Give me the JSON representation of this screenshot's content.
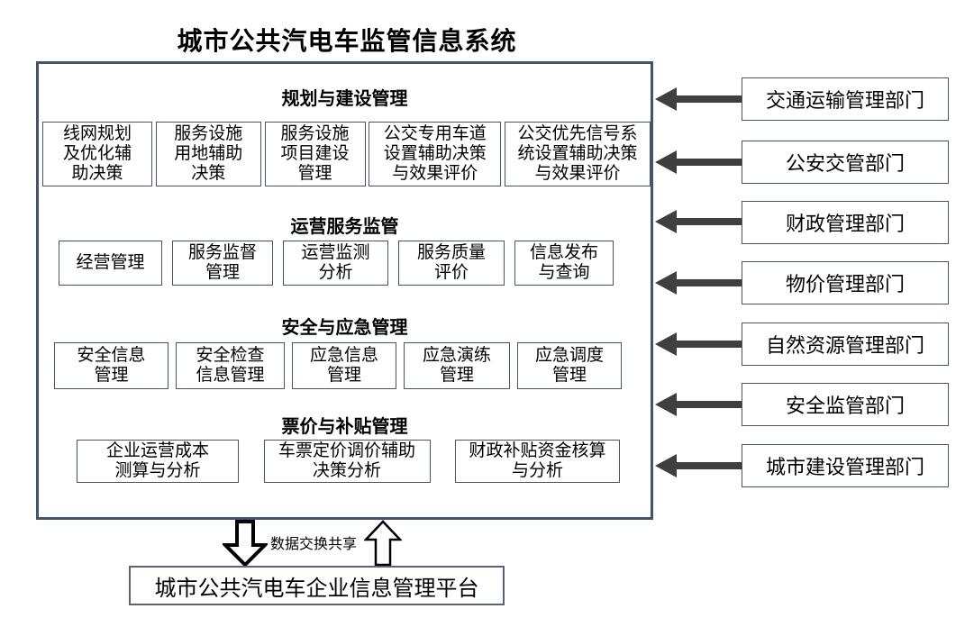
{
  "title": "城市公共汽电车监管信息系统",
  "system": {
    "sections": [
      {
        "heading": "规划与建设管理",
        "modules": [
          "线网规划\n及优化辅\n助决策",
          "服务设施\n用地辅助\n决策",
          "服务设施\n项目建设\n管理",
          "公交专用车道\n设置辅助决策\n与效果评价",
          "公交优先信号系\n统设置辅助决策\n与效果评价"
        ]
      },
      {
        "heading": "运营服务监管",
        "modules": [
          "经营管理",
          "服务监督\n管理",
          "运营监测\n分析",
          "服务质量\n评价",
          "信息发布\n与查询"
        ]
      },
      {
        "heading": "安全与应急管理",
        "modules": [
          "安全信息\n管理",
          "安全检查\n信息管理",
          "应急信息\n管理",
          "应急演练\n管理",
          "应急调度\n管理"
        ]
      },
      {
        "heading": "票价与补贴管理",
        "modules": [
          "企业运营成本\n测算与分析",
          "车票定价调价辅助\n决策分析",
          "财政补贴资金核算\n与分析"
        ]
      }
    ]
  },
  "departments": [
    "交通运输管理部门",
    "公安交管部门",
    "财政管理部门",
    "物价管理部门",
    "自然资源管理部门",
    "安全监管部门",
    "城市建设管理部门"
  ],
  "data_exchange_label": "数据交换共享",
  "platform_label": "城市公共汽电车企业信息管理平台",
  "colors": {
    "frame_border": "#44546A",
    "box_border": "#44546A",
    "connector_arrow": "#3F3F3F",
    "text": "#000000"
  }
}
